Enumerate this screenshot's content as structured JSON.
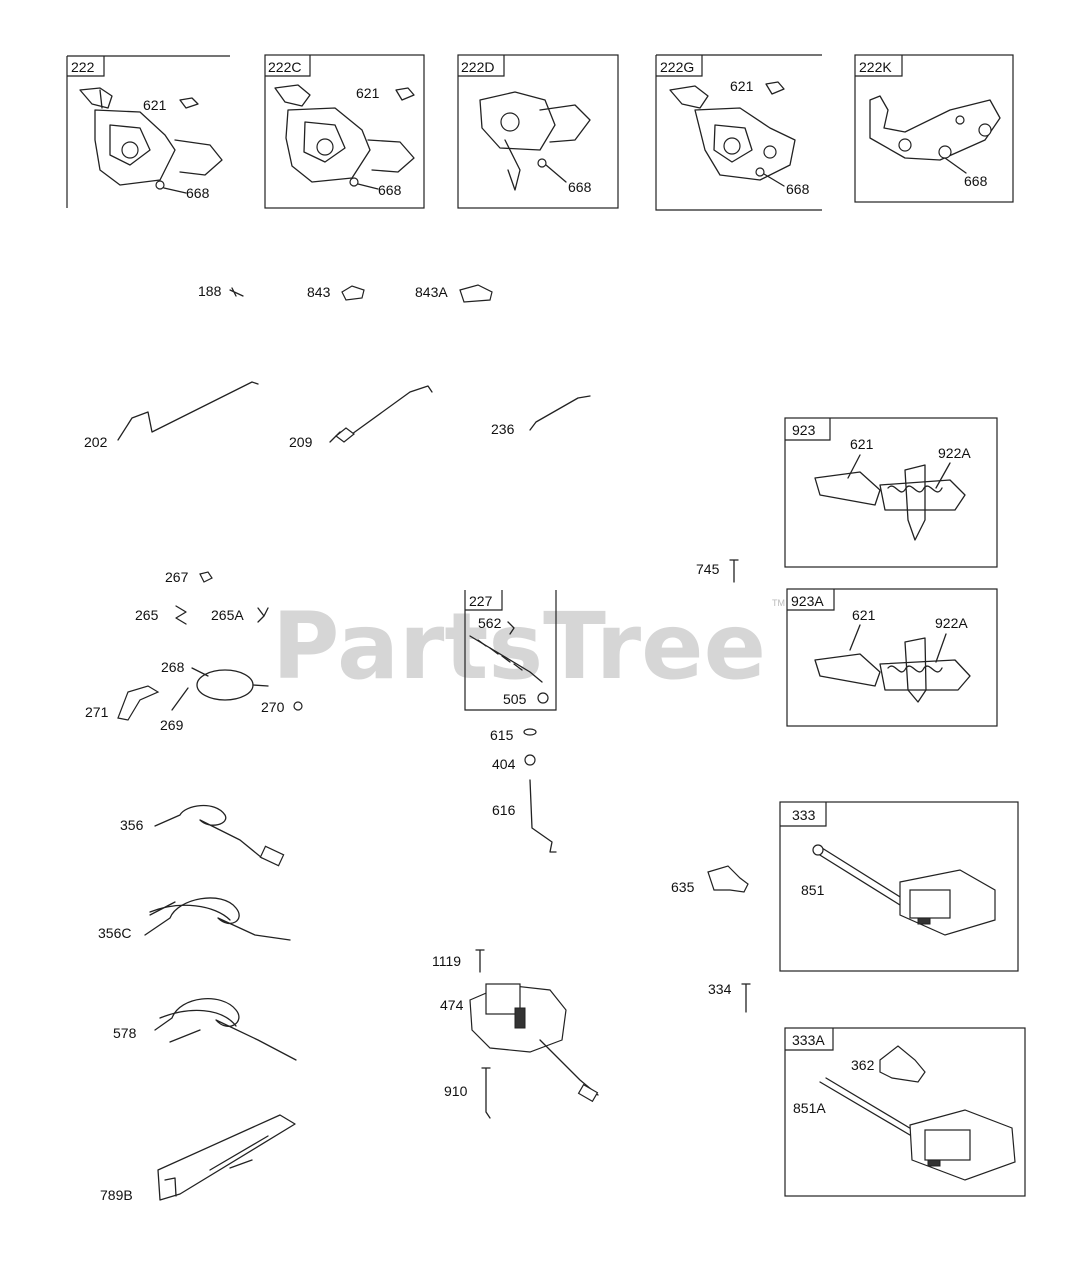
{
  "watermark": {
    "text": "PartsTree",
    "mark": "TM"
  },
  "boxes": {
    "b222": "222",
    "b222C": "222C",
    "b222D": "222D",
    "b222G": "222G",
    "b222K": "222K",
    "b923": "923",
    "b923A": "923A",
    "b227": "227",
    "b333": "333",
    "b333A": "333A"
  },
  "labels": {
    "l621_a": "621",
    "l668_a": "668",
    "l621_c": "621",
    "l668_c": "668",
    "l668_d": "668",
    "l621_g": "621",
    "l668_g": "668",
    "l668_k": "668",
    "l188": "188",
    "l843": "843",
    "l843A": "843A",
    "l202": "202",
    "l209": "209",
    "l236": "236",
    "l621_923": "621",
    "l922A_923": "922A",
    "l621_923A": "621",
    "l922A_923A": "922A",
    "l745": "745",
    "l267": "267",
    "l265": "265",
    "l265A": "265A",
    "l268": "268",
    "l269": "269",
    "l270": "270",
    "l271": "271",
    "l562": "562",
    "l505": "505",
    "l615": "615",
    "l404": "404",
    "l616": "616",
    "l356": "356",
    "l356C": "356C",
    "l578": "578",
    "l789B": "789B",
    "l635": "635",
    "l851": "851",
    "l334": "334",
    "l1119": "1119",
    "l474": "474",
    "l910": "910",
    "l362": "362",
    "l851A": "851A"
  }
}
